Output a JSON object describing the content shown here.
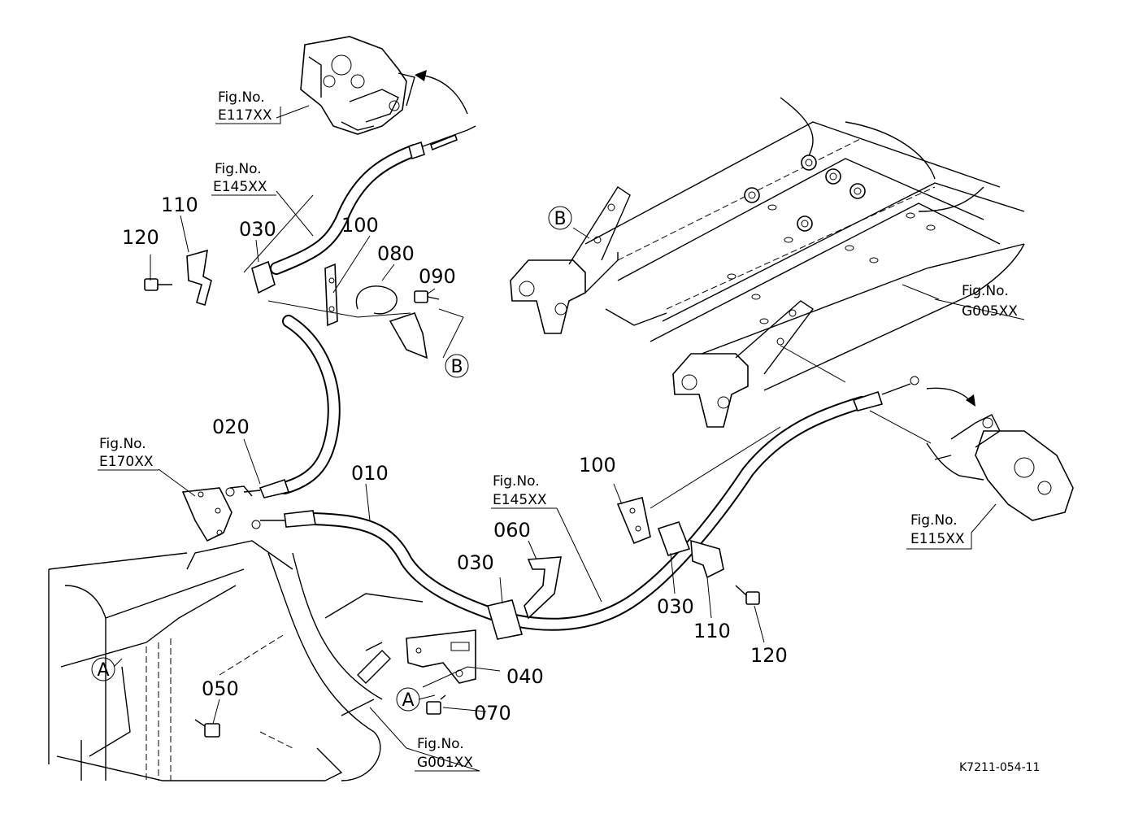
{
  "parts": [
    {
      "key": "p010",
      "no": "010"
    },
    {
      "key": "p020",
      "no": "020"
    },
    {
      "key": "p030a",
      "no": "030"
    },
    {
      "key": "p030b",
      "no": "030"
    },
    {
      "key": "p030c",
      "no": "030"
    },
    {
      "key": "p040",
      "no": "040"
    },
    {
      "key": "p050",
      "no": "050"
    },
    {
      "key": "p060",
      "no": "060"
    },
    {
      "key": "p070",
      "no": "070"
    },
    {
      "key": "p080",
      "no": "080"
    },
    {
      "key": "p090",
      "no": "090"
    },
    {
      "key": "p100a",
      "no": "100"
    },
    {
      "key": "p100b",
      "no": "100"
    },
    {
      "key": "p110a",
      "no": "110"
    },
    {
      "key": "p110b",
      "no": "110"
    },
    {
      "key": "p120a",
      "no": "120"
    },
    {
      "key": "p120b",
      "no": "120"
    }
  ],
  "figrefs": [
    {
      "key": "E117",
      "label": "Fig.No.",
      "code": "E117XX"
    },
    {
      "key": "E145a",
      "label": "Fig.No.",
      "code": "E145XX"
    },
    {
      "key": "G005",
      "label": "Fig.No.",
      "code": "G005XX"
    },
    {
      "key": "E170",
      "label": "Fig.No.",
      "code": "E170XX"
    },
    {
      "key": "E145b",
      "label": "Fig.No.",
      "code": "E145XX"
    },
    {
      "key": "E115",
      "label": "Fig.No.",
      "code": "E115XX"
    },
    {
      "key": "G001",
      "label": "Fig.No.",
      "code": "G001XX"
    }
  ],
  "callouts": [
    {
      "key": "A1",
      "letter": "A"
    },
    {
      "key": "A2",
      "letter": "A"
    },
    {
      "key": "B1",
      "letter": "B"
    },
    {
      "key": "B2",
      "letter": "B"
    }
  ],
  "drawing_id": "K7211-054-11"
}
